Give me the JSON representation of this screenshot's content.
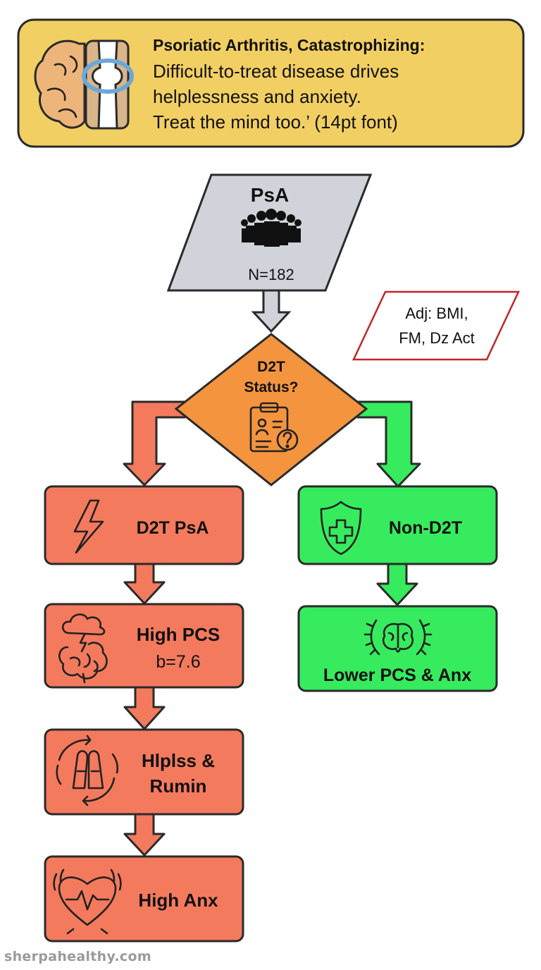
{
  "header": {
    "title": "Psoriatic Arthritis, Catastrophizing:",
    "line1": "Difficult-to-treat disease drives",
    "line2": "helplessness and anxiety.",
    "line3": "Treat the mind too.’ (14pt font)",
    "icon": "brain-joint-icon"
  },
  "cohort": {
    "title": "PsA",
    "n": "N=182",
    "icon": "people-group-icon"
  },
  "adjustment": {
    "line1": "Adj: BMI,",
    "line2": "FM, Dz Act"
  },
  "decision": {
    "line1": "D2T",
    "line2": "Status?",
    "icon": "clipboard-question-icon"
  },
  "left_branch": [
    {
      "label": "D2T PsA",
      "icon": "lightning-icon"
    },
    {
      "label": "High PCS",
      "sub": "b=7.6",
      "icon": "storm-brain-icon"
    },
    {
      "label": "Hlplss &",
      "label2": "Rumin",
      "icon": "hands-cycle-icon"
    },
    {
      "label": "High Anx",
      "icon": "heart-pulse-icon"
    }
  ],
  "right_branch": [
    {
      "label": "Non-D2T",
      "icon": "shield-plus-icon"
    },
    {
      "label": "Lower PCS & Anx",
      "icon": "laurel-brain-icon"
    }
  ],
  "colors": {
    "header_bg": "#f2cf63",
    "cohort_bg": "#d0d4da",
    "decision_bg": "#f4943f",
    "left_bg": "#f47a5e",
    "right_bg": "#36ec5e",
    "adj_border": "#c0262b"
  },
  "footer": "sherpahealthy.com"
}
